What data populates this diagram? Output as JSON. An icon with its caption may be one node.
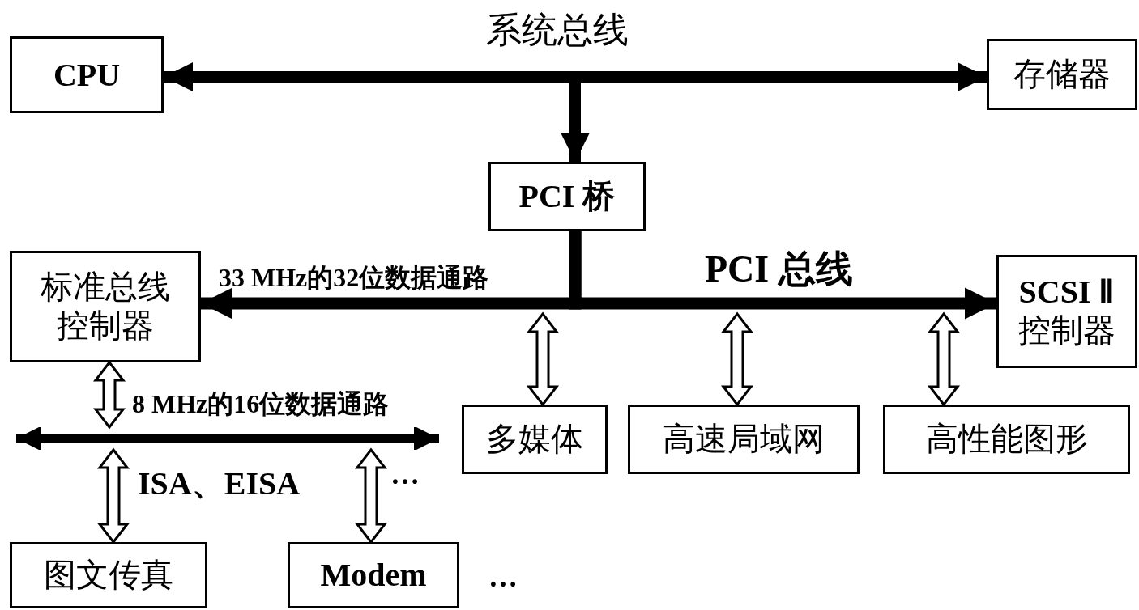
{
  "diagram": {
    "nodes": [
      {
        "text": [
          "CPU"
        ]
      },
      {
        "text": [
          "存储器"
        ]
      },
      {
        "text": [
          "PCI 桥"
        ]
      },
      {
        "text": [
          "标准总线控制器"
        ]
      },
      {
        "text": [
          "**SCSI Ⅱ** 控制器"
        ]
      },
      {
        "text": [
          "多媒体"
        ]
      },
      {
        "text": [
          "高速局域网"
        ]
      },
      {
        "text": [
          "高性能图形"
        ]
      },
      {
        "text": [],
        "shape": "bar"
      },
      {
        "text": [
          "图文传真"
        ]
      },
      {
        "text": [
          "Modem"
        ]
      }
    ],
    "edges": [
      {
        "from": 0,
        "to": 1,
        "arrow": "both",
        "label": "系统总线"
      },
      {
        "from": null,
        "to": 2,
        "arrow": "to"
      },
      {
        "from": 2,
        "to": 3,
        "arrow": "to",
        "label": "33 MHz的32位数据通路"
      },
      {
        "from": 2,
        "to": 4,
        "arrow": "to",
        "label": "PCI 总线"
      },
      {
        "from": null,
        "to": 5,
        "arrow": "both"
      },
      {
        "from": null,
        "to": 6,
        "arrow": "both"
      },
      {
        "from": null,
        "to": 7,
        "arrow": "both"
      },
      {
        "from": 3,
        "to": 8,
        "arrow": "both"
      },
      {
        "from": 8,
        "to": 9,
        "arrow": "both"
      },
      {
        "from": 8,
        "to": 10,
        "arrow": "both"
      }
    ],
    "labels": [
      "8 MHz的16位数据通路",
      "ISA、EISA",
      "…",
      "…"
    ]
  }
}
